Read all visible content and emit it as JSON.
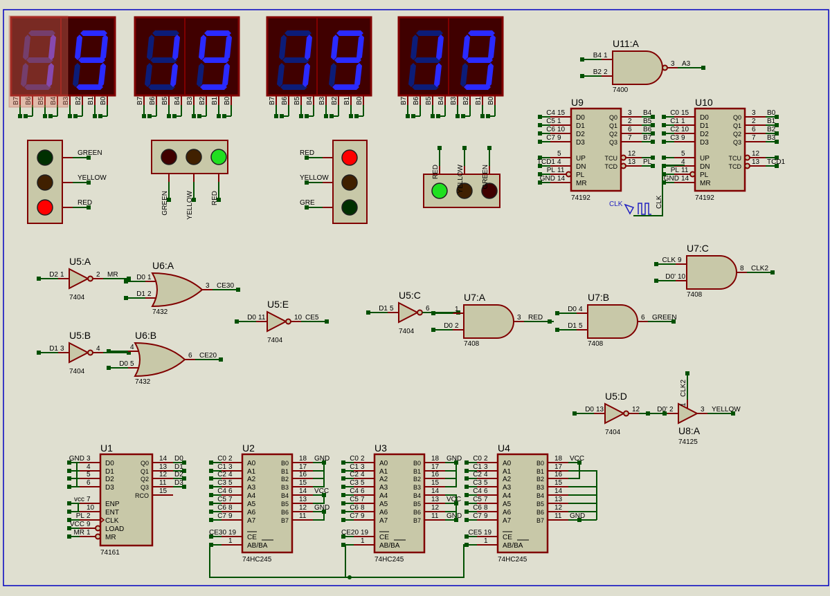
{
  "colors": {
    "background": "#dfdfd0",
    "border": "#0000c0",
    "wire": "#005000",
    "pin": "#800000",
    "body": "#c8c8a8",
    "display_bg": "#400000",
    "seg_on": "#2a2aff",
    "seg_off": "#0c1c78"
  },
  "displays": [
    {
      "digits": [
        "bc",
        "abcdfg"
      ],
      "selected": true,
      "pins": [
        "B7",
        "B6",
        "B5",
        "B4",
        "B3",
        "B2",
        "B1",
        "B0"
      ]
    },
    {
      "digits": [
        "bc",
        "abcdfg"
      ],
      "selected": false,
      "pins": [
        "B7",
        "B6",
        "B5",
        "B4",
        "B3",
        "B2",
        "B1",
        "B0"
      ]
    },
    {
      "digits": [
        "bc",
        "abcdfg"
      ],
      "selected": false,
      "pins": [
        "B7",
        "B6",
        "B5",
        "B4",
        "B3",
        "B2",
        "B1",
        "B0"
      ]
    },
    {
      "digits": [
        "bc",
        "abcdfg"
      ],
      "selected": false,
      "pins": [
        "B7",
        "B6",
        "B5",
        "B4",
        "B3",
        "B2",
        "B1",
        "B0"
      ]
    }
  ],
  "traffic_lights": [
    {
      "labels": [
        "GREEN",
        "YELLOW",
        "RED"
      ],
      "lamps": [
        "#003000",
        "#402000",
        "#ff0000"
      ]
    },
    {
      "labels": [
        "GREEN",
        "YELLOW",
        "RED"
      ],
      "lamps": [
        "#400000",
        "#402000",
        "#20e020"
      ]
    },
    {
      "labels": [
        "RED",
        "YELLOW",
        "GRE"
      ],
      "lamps": [
        "#ff0000",
        "#402000",
        "#003000"
      ]
    },
    {
      "labels": [
        "RED",
        "YELLOW",
        "GREEN"
      ],
      "lamps": [
        "#20e020",
        "#402000",
        "#400000"
      ]
    }
  ],
  "gates": [
    {
      "ref": "U11:A",
      "part": "7400",
      "type": "nand",
      "inputs": [
        {
          "net": "B4",
          "pin": "1"
        },
        {
          "net": "B2",
          "pin": "2"
        }
      ],
      "output": {
        "pin": "3",
        "net": "A3"
      }
    },
    {
      "ref": "U5:A",
      "part": "7404",
      "type": "not",
      "inputs": [
        {
          "net": "D2",
          "pin": "1"
        }
      ],
      "output": {
        "pin": "2",
        "net": "MR"
      }
    },
    {
      "ref": "U6:A",
      "part": "7432",
      "type": "or",
      "inputs": [
        {
          "net": "D0",
          "pin": "1"
        },
        {
          "net": "D1",
          "pin": "2"
        }
      ],
      "output": {
        "pin": "3",
        "net": "CE30"
      }
    },
    {
      "ref": "U5:B",
      "part": "7404",
      "type": "not",
      "inputs": [
        {
          "net": "D1",
          "pin": "3"
        }
      ],
      "output": {
        "pin": "4",
        "net": ""
      }
    },
    {
      "ref": "U6:B",
      "part": "7432",
      "type": "or",
      "inputs": [
        {
          "net": "",
          "pin": "4"
        },
        {
          "net": "D0",
          "pin": "5"
        }
      ],
      "output": {
        "pin": "6",
        "net": "CE20"
      }
    },
    {
      "ref": "U5:E",
      "part": "7404",
      "type": "not",
      "inputs": [
        {
          "net": "D0",
          "pin": "11"
        }
      ],
      "output": {
        "pin": "10",
        "net": "CE5"
      }
    },
    {
      "ref": "U5:C",
      "part": "7404",
      "type": "not",
      "inputs": [
        {
          "net": "D1",
          "pin": "5"
        }
      ],
      "output": {
        "pin": "6",
        "net": ""
      }
    },
    {
      "ref": "U7:A",
      "part": "7408",
      "type": "and",
      "inputs": [
        {
          "net": "",
          "pin": "1"
        },
        {
          "net": "D0",
          "pin": "2"
        }
      ],
      "output": {
        "pin": "3",
        "net": "RED"
      }
    },
    {
      "ref": "U7:B",
      "part": "7408",
      "type": "and",
      "inputs": [
        {
          "net": "D0",
          "pin": "4"
        },
        {
          "net": "D1",
          "pin": "5"
        }
      ],
      "output": {
        "pin": "6",
        "net": "GREEN"
      }
    },
    {
      "ref": "U7:C",
      "part": "7408",
      "type": "and",
      "inputs": [
        {
          "net": "CLK",
          "pin": "9"
        },
        {
          "net": "D0'",
          "pin": "10"
        }
      ],
      "output": {
        "pin": "8",
        "net": "CLK2"
      }
    },
    {
      "ref": "U5:D",
      "part": "7404",
      "type": "not",
      "inputs": [
        {
          "net": "D0",
          "pin": "13"
        }
      ],
      "output": {
        "pin": "12",
        "net": ""
      }
    },
    {
      "ref": "U8:A",
      "part": "74125",
      "type": "buf",
      "inputs": [
        {
          "net": "D0'",
          "pin": "2"
        }
      ],
      "output": {
        "pin": "3",
        "net": "YELLOW"
      },
      "enable": {
        "pin": "1",
        "net": "CLK2"
      }
    }
  ],
  "ics": [
    {
      "ref": "U9",
      "part": "74192",
      "left": [
        {
          "name": "D0",
          "pin": "15",
          "net": "C4"
        },
        {
          "name": "D1",
          "pin": "1",
          "net": "C5"
        },
        {
          "name": "D2",
          "pin": "10",
          "net": "C6"
        },
        {
          "name": "D3",
          "pin": "9",
          "net": "C7"
        },
        {
          "name": "UP",
          "pin": "5",
          "net": ""
        },
        {
          "name": "DN",
          "pin": "4",
          "net": "TCD1"
        },
        {
          "name": "PL",
          "pin": "11",
          "net": "PL"
        },
        {
          "name": "MR",
          "pin": "14",
          "net": "GND"
        }
      ],
      "right": [
        {
          "name": "Q0",
          "pin": "3",
          "net": "B4"
        },
        {
          "name": "Q1",
          "pin": "2",
          "net": "B5"
        },
        {
          "name": "Q2",
          "pin": "6",
          "net": "B6"
        },
        {
          "name": "Q3",
          "pin": "7",
          "net": "B7"
        },
        {
          "name": "TCU",
          "pin": "12",
          "net": ""
        },
        {
          "name": "TCD",
          "pin": "13",
          "net": "PL"
        }
      ]
    },
    {
      "ref": "U10",
      "part": "74192",
      "left": [
        {
          "name": "D0",
          "pin": "15",
          "net": "C0"
        },
        {
          "name": "D1",
          "pin": "1",
          "net": "C1"
        },
        {
          "name": "D2",
          "pin": "10",
          "net": "C2"
        },
        {
          "name": "D3",
          "pin": "9",
          "net": "C3"
        },
        {
          "name": "UP",
          "pin": "5",
          "net": ""
        },
        {
          "name": "DN",
          "pin": "4",
          "net": ""
        },
        {
          "name": "PL",
          "pin": "11",
          "net": "PL"
        },
        {
          "name": "MR",
          "pin": "14",
          "net": "GND"
        }
      ],
      "right": [
        {
          "name": "Q0",
          "pin": "3",
          "net": "B0"
        },
        {
          "name": "Q1",
          "pin": "2",
          "net": "B1"
        },
        {
          "name": "Q2",
          "pin": "6",
          "net": "B2"
        },
        {
          "name": "Q3",
          "pin": "7",
          "net": "B3"
        },
        {
          "name": "TCU",
          "pin": "12",
          "net": ""
        },
        {
          "name": "TCD",
          "pin": "13",
          "net": "TCD1"
        }
      ]
    },
    {
      "ref": "U1",
      "part": "74161",
      "left": [
        {
          "name": "D0",
          "pin": "3",
          "net": "GND"
        },
        {
          "name": "D1",
          "pin": "4",
          "net": ""
        },
        {
          "name": "D2",
          "pin": "5",
          "net": ""
        },
        {
          "name": "D3",
          "pin": "6",
          "net": ""
        },
        {
          "name": "ENP",
          "pin": "7",
          "net": "vcc"
        },
        {
          "name": "ENT",
          "pin": "10",
          "net": ""
        },
        {
          "name": "CLK",
          "pin": "2",
          "net": "PL"
        },
        {
          "name": "LOAD",
          "pin": "9",
          "net": "VCC"
        },
        {
          "name": "MR",
          "pin": "1",
          "net": "MR"
        }
      ],
      "right": [
        {
          "name": "Q0",
          "pin": "14",
          "net": "D0"
        },
        {
          "name": "Q1",
          "pin": "13",
          "net": "D1"
        },
        {
          "name": "Q2",
          "pin": "12",
          "net": "D2"
        },
        {
          "name": "Q3",
          "pin": "11",
          "net": "D3"
        },
        {
          "name": "RCO",
          "pin": "15",
          "net": ""
        }
      ]
    },
    {
      "ref": "U2",
      "part": "74HC245",
      "left": [
        {
          "name": "A0",
          "pin": "2",
          "net": "C0"
        },
        {
          "name": "A1",
          "pin": "3",
          "net": "C1"
        },
        {
          "name": "A2",
          "pin": "4",
          "net": "C2"
        },
        {
          "name": "A3",
          "pin": "5",
          "net": "C3"
        },
        {
          "name": "A4",
          "pin": "6",
          "net": "C4"
        },
        {
          "name": "A5",
          "pin": "7",
          "net": "C5"
        },
        {
          "name": "A6",
          "pin": "8",
          "net": "C6"
        },
        {
          "name": "A7",
          "pin": "9",
          "net": "C7"
        },
        {
          "name": "CE",
          "pin": "19",
          "net": "CE30"
        },
        {
          "name": "AB/BA",
          "pin": "1",
          "net": ""
        }
      ],
      "right": [
        {
          "name": "B0",
          "pin": "18",
          "net": "GND"
        },
        {
          "name": "B1",
          "pin": "17",
          "net": ""
        },
        {
          "name": "B2",
          "pin": "16",
          "net": ""
        },
        {
          "name": "B3",
          "pin": "15",
          "net": ""
        },
        {
          "name": "B4",
          "pin": "14",
          "net": "VCC"
        },
        {
          "name": "B5",
          "pin": "13",
          "net": ""
        },
        {
          "name": "B6",
          "pin": "12",
          "net": "GND"
        },
        {
          "name": "B7",
          "pin": "11",
          "net": ""
        }
      ]
    },
    {
      "ref": "U3",
      "part": "74HC245",
      "left": [
        {
          "name": "A0",
          "pin": "2",
          "net": "C0"
        },
        {
          "name": "A1",
          "pin": "3",
          "net": "C1"
        },
        {
          "name": "A2",
          "pin": "4",
          "net": "C2"
        },
        {
          "name": "A3",
          "pin": "5",
          "net": "C3"
        },
        {
          "name": "A4",
          "pin": "6",
          "net": "C4"
        },
        {
          "name": "A5",
          "pin": "7",
          "net": "C5"
        },
        {
          "name": "A6",
          "pin": "8",
          "net": "C6"
        },
        {
          "name": "A7",
          "pin": "9",
          "net": "C7"
        },
        {
          "name": "CE",
          "pin": "19",
          "net": "CE20"
        },
        {
          "name": "AB/BA",
          "pin": "1",
          "net": ""
        }
      ],
      "right": [
        {
          "name": "B0",
          "pin": "18",
          "net": "GND"
        },
        {
          "name": "B1",
          "pin": "17",
          "net": ""
        },
        {
          "name": "B2",
          "pin": "16",
          "net": ""
        },
        {
          "name": "B3",
          "pin": "15",
          "net": ""
        },
        {
          "name": "B4",
          "pin": "14",
          "net": ""
        },
        {
          "name": "B5",
          "pin": "13",
          "net": "VCC"
        },
        {
          "name": "B6",
          "pin": "12",
          "net": ""
        },
        {
          "name": "B7",
          "pin": "11",
          "net": "GND"
        }
      ]
    },
    {
      "ref": "U4",
      "part": "74HC245",
      "left": [
        {
          "name": "A0",
          "pin": "2",
          "net": "C0"
        },
        {
          "name": "A1",
          "pin": "3",
          "net": "C1"
        },
        {
          "name": "A2",
          "pin": "4",
          "net": "C2"
        },
        {
          "name": "A3",
          "pin": "5",
          "net": "C3"
        },
        {
          "name": "A4",
          "pin": "6",
          "net": "C4"
        },
        {
          "name": "A5",
          "pin": "7",
          "net": "C5"
        },
        {
          "name": "A6",
          "pin": "8",
          "net": "C6"
        },
        {
          "name": "A7",
          "pin": "9",
          "net": "C7"
        },
        {
          "name": "CE",
          "pin": "19",
          "net": "CE5"
        },
        {
          "name": "AB/BA",
          "pin": "1",
          "net": ""
        }
      ],
      "right": [
        {
          "name": "B0",
          "pin": "18",
          "net": "VCC"
        },
        {
          "name": "B1",
          "pin": "17",
          "net": ""
        },
        {
          "name": "B2",
          "pin": "16",
          "net": ""
        },
        {
          "name": "B3",
          "pin": "15",
          "net": ""
        },
        {
          "name": "B4",
          "pin": "14",
          "net": ""
        },
        {
          "name": "B5",
          "pin": "13",
          "net": ""
        },
        {
          "name": "B6",
          "pin": "12",
          "net": ""
        },
        {
          "name": "B7",
          "pin": "11",
          "net": "GND"
        }
      ]
    }
  ],
  "clock": {
    "label": "CLK",
    "net": "CLK"
  }
}
